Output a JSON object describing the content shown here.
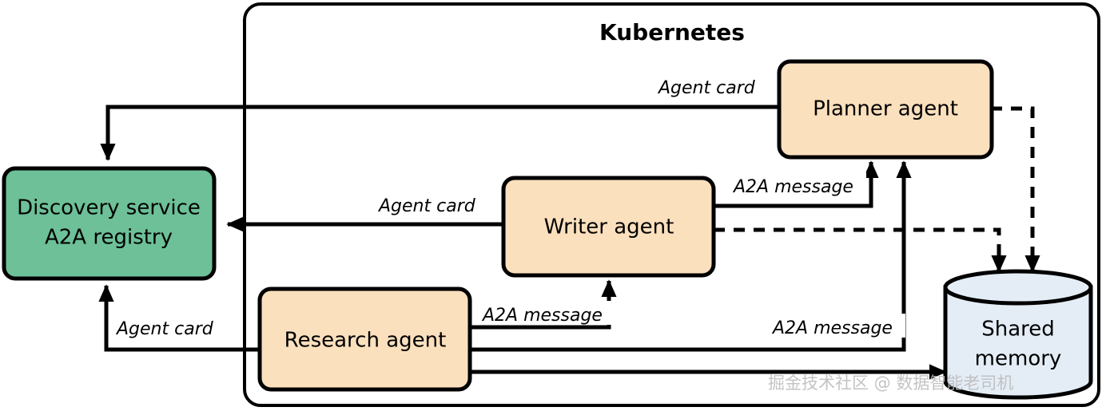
{
  "diagram": {
    "container": {
      "title": "Kubernetes",
      "name": "kubernetes-cluster-boundary"
    },
    "nodes": {
      "discovery": {
        "label_line1": "Discovery service",
        "label_line2": "A2A registry",
        "color": "#6DC098"
      },
      "planner": {
        "label": "Planner agent",
        "color": "#FBE0BE"
      },
      "writer": {
        "label": "Writer agent",
        "color": "#FBE0BE"
      },
      "research": {
        "label": "Research agent",
        "color": "#FBE0BE"
      },
      "shared_memory": {
        "label_line1": "Shared",
        "label_line2": "memory",
        "color": "#E4EDF6"
      }
    },
    "edges": [
      {
        "id": "planner-to-discovery",
        "label": "Agent card",
        "style": "solid",
        "from": "planner",
        "to": "discovery"
      },
      {
        "id": "writer-to-discovery",
        "label": "Agent card",
        "style": "solid",
        "from": "writer",
        "to": "discovery"
      },
      {
        "id": "research-to-discovery",
        "label": "Agent card",
        "style": "solid",
        "from": "research",
        "to": "discovery"
      },
      {
        "id": "writer-to-planner",
        "label": "A2A message",
        "style": "solid",
        "from": "writer",
        "to": "planner"
      },
      {
        "id": "research-to-writer",
        "label": "A2A message",
        "style": "solid",
        "from": "research",
        "to": "writer"
      },
      {
        "id": "research-to-planner",
        "label": "A2A message",
        "style": "solid",
        "from": "research",
        "to": "planner"
      },
      {
        "id": "research-to-shared-memory",
        "label": "",
        "style": "solid",
        "from": "research",
        "to": "shared_memory"
      },
      {
        "id": "planner-to-shared-memory",
        "label": "",
        "style": "dashed",
        "from": "planner",
        "to": "shared_memory"
      },
      {
        "id": "writer-to-shared-memory",
        "label": "",
        "style": "dashed",
        "from": "writer",
        "to": "shared_memory"
      }
    ],
    "edge_labels": {
      "planner_agent_card": "Agent card",
      "writer_agent_card": "Agent card",
      "research_agent_card": "Agent card",
      "writer_planner_a2a": "A2A message",
      "research_writer_a2a": "A2A message",
      "research_planner_a2a": "A2A message"
    },
    "watermark": "掘金技术社区 @ 数据智能老司机",
    "colors": {
      "stroke": "#000000",
      "background": "#FFFFFF",
      "green": "#6DC098",
      "orange": "#FBE0BE",
      "blue": "#E4EDF6"
    }
  }
}
